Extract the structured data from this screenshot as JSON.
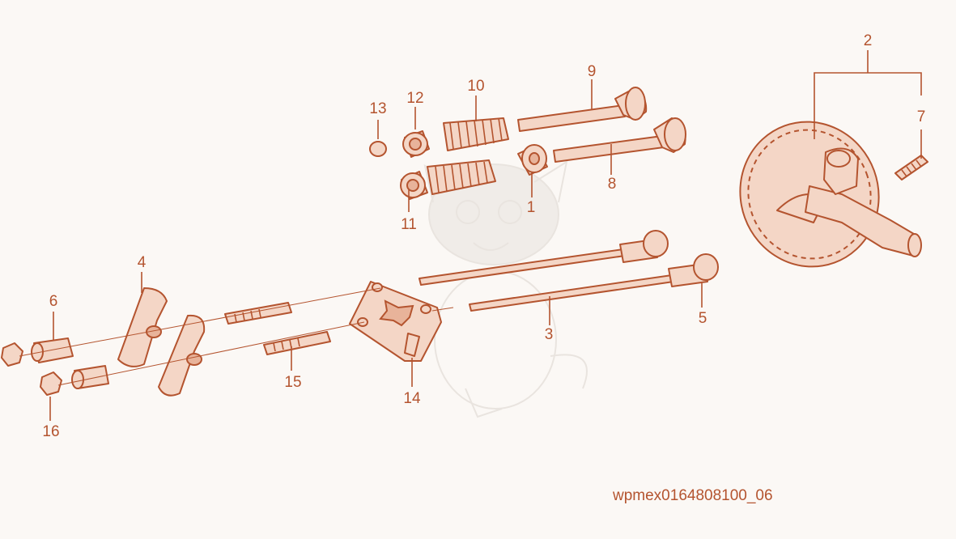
{
  "diagram": {
    "callouts": [
      {
        "id": "1",
        "label": "1"
      },
      {
        "id": "2",
        "label": "2"
      },
      {
        "id": "3",
        "label": "3"
      },
      {
        "id": "4",
        "label": "4"
      },
      {
        "id": "5",
        "label": "5"
      },
      {
        "id": "6",
        "label": "6"
      },
      {
        "id": "7",
        "label": "7"
      },
      {
        "id": "8",
        "label": "8"
      },
      {
        "id": "9",
        "label": "9"
      },
      {
        "id": "10",
        "label": "10"
      },
      {
        "id": "11",
        "label": "11"
      },
      {
        "id": "12",
        "label": "12"
      },
      {
        "id": "13",
        "label": "13"
      },
      {
        "id": "14",
        "label": "14"
      },
      {
        "id": "15",
        "label": "15"
      },
      {
        "id": "16",
        "label": "16"
      }
    ],
    "diagram_code": "wpmex0164808100_06",
    "colors": {
      "line": "#b4542f",
      "fill": "#f4d6c6",
      "background": "#fbf8f5"
    }
  }
}
